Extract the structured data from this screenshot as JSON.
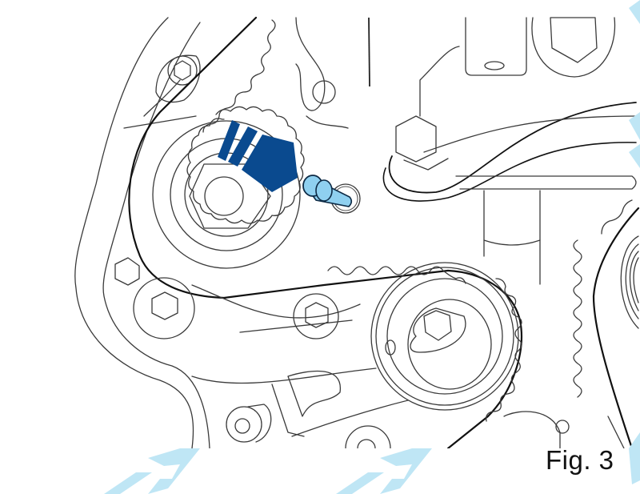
{
  "figure": {
    "label": "Fig. 3",
    "subject": "Timing belt area: camshaft sprocket with locking pin, belt tensioner pulley, crankcase bolts",
    "arrow_icon": "direction-arrow-icon",
    "callout_part": "locking-pin"
  },
  "colors": {
    "line": "#3a3a3a",
    "belt": "#111111",
    "arrow_blue": "#0A4A8F",
    "pin_blue": "#8FD0F0",
    "pin_outline": "#0d2a45",
    "watermark": "#BFE6F5",
    "background": "#ffffff"
  },
  "watermark": {
    "icon": "brand-watermark-icon",
    "count": 3
  }
}
